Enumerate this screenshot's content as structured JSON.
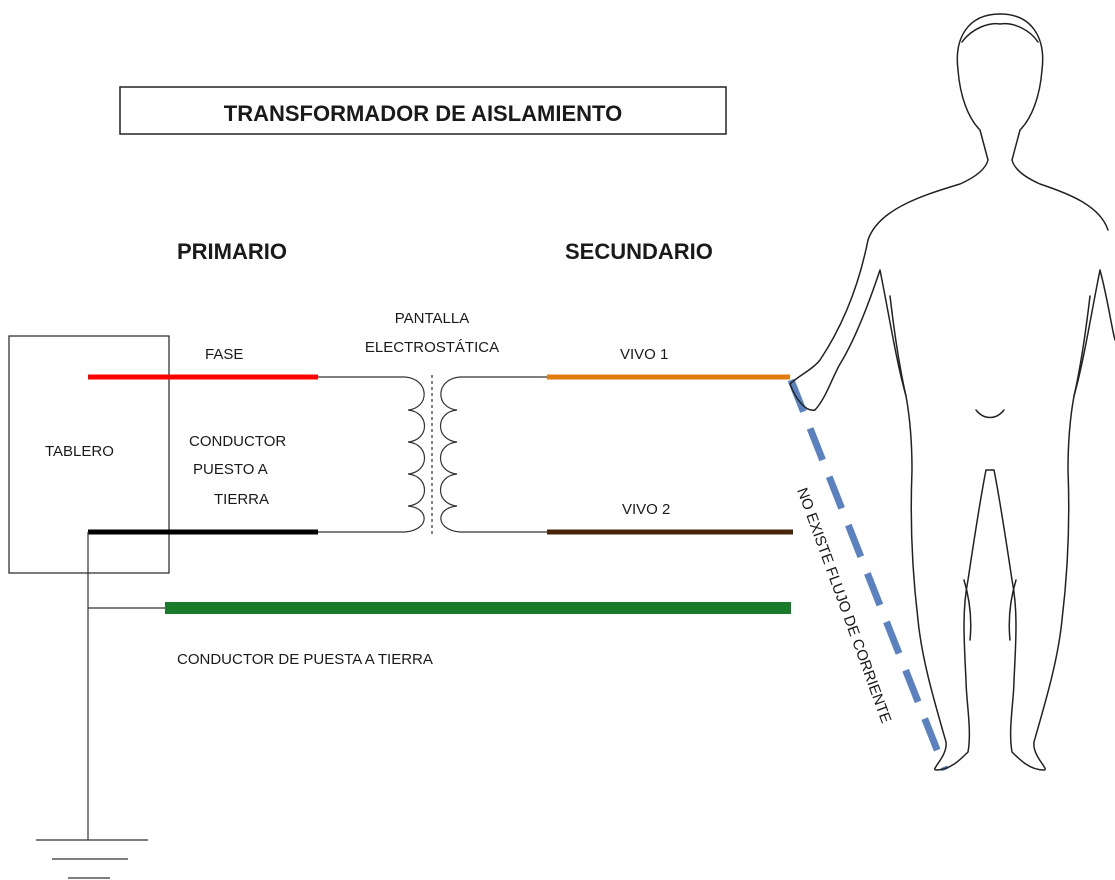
{
  "title": "TRANSFORMADOR DE AISLAMIENTO",
  "labels": {
    "primary": "PRIMARIO",
    "secondary": "SECUNDARIO",
    "screen_line1": "PANTALLA",
    "screen_line2": "ELECTROSTÁTICA",
    "phase": "FASE",
    "neutral_line1": "CONDUCTOR",
    "neutral_line2": "PUESTO A",
    "neutral_line3": "TIERRA",
    "panel": "TABLERO",
    "live1": "VIVO 1",
    "live2": "VIVO 2",
    "ground_conductor": "CONDUCTOR DE PUESTA A TIERRA",
    "no_current": "NO EXISTE FLUJO DE CORRIENTE"
  },
  "colors": {
    "phase_wire": "#ff0000",
    "neutral_wire": "#000000",
    "live1_wire": "#e07b10",
    "live2_wire": "#4a2408",
    "ground_wire": "#197a2a",
    "current_path": "#5b82c0"
  },
  "icons": {
    "human": "human-silhouette-icon",
    "ground": "ground-symbol-icon",
    "coil": "transformer-coil-icon"
  }
}
